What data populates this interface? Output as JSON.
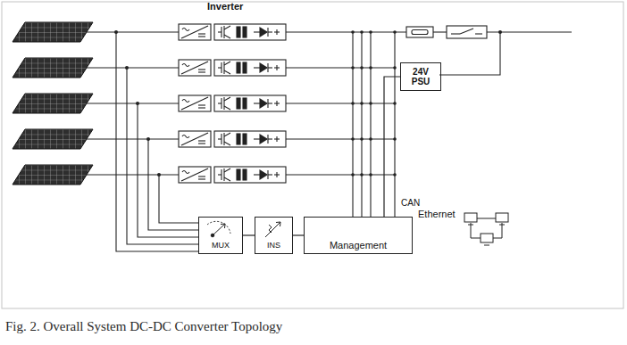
{
  "diagram": {
    "caption": "Fig. 2. Overall System DC-DC Converter Topology",
    "nodes": [
      {
        "text": [
          "24V PSU"
        ]
      },
      {
        "text": [
          "MUX"
        ]
      },
      {
        "text": [
          "INS"
        ]
      },
      {
        "text": [
          "Management"
        ]
      }
    ],
    "edges": [
      {
        "from": 1,
        "to": 2,
        "arrow": "none"
      },
      {
        "from": 2,
        "to": 3,
        "arrow": "none"
      },
      {
        "from": 3,
        "to": 0,
        "arrow": "none"
      }
    ],
    "labels": [
      "Inverter",
      "CAN",
      "Ethernet"
    ]
  }
}
